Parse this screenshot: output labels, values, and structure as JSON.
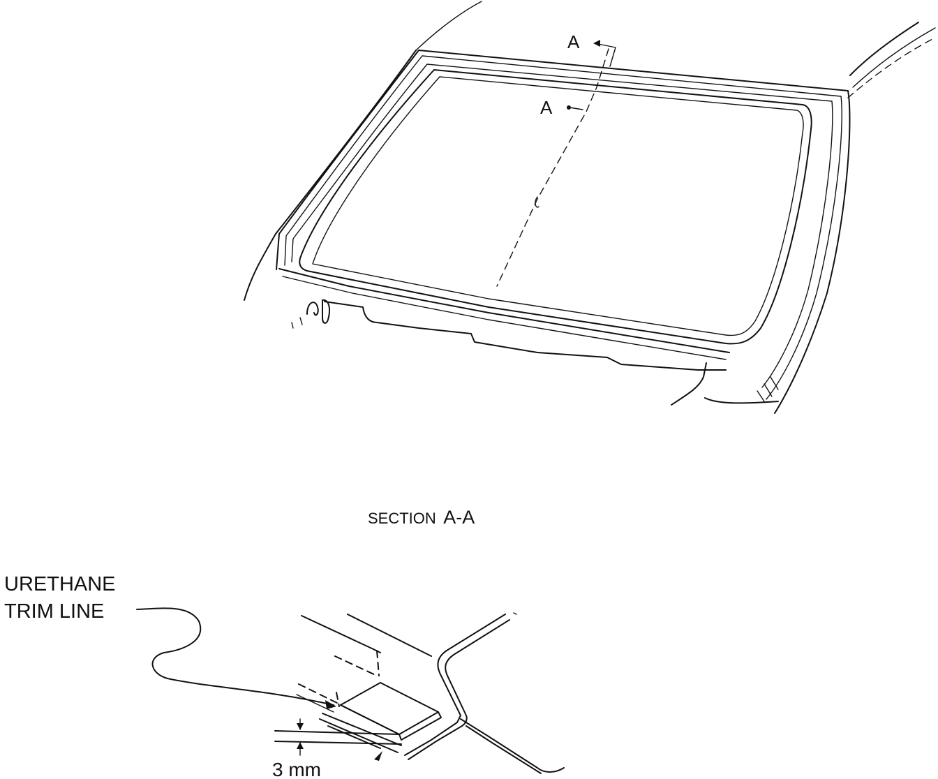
{
  "labels": {
    "section_marker_top": "A",
    "section_marker_bottom": "A",
    "section_title_word": "SECTION",
    "section_title_id": "A-A",
    "callout_line1": "URETHANE",
    "callout_line2": "TRIM LINE",
    "dimension": "3 mm"
  }
}
